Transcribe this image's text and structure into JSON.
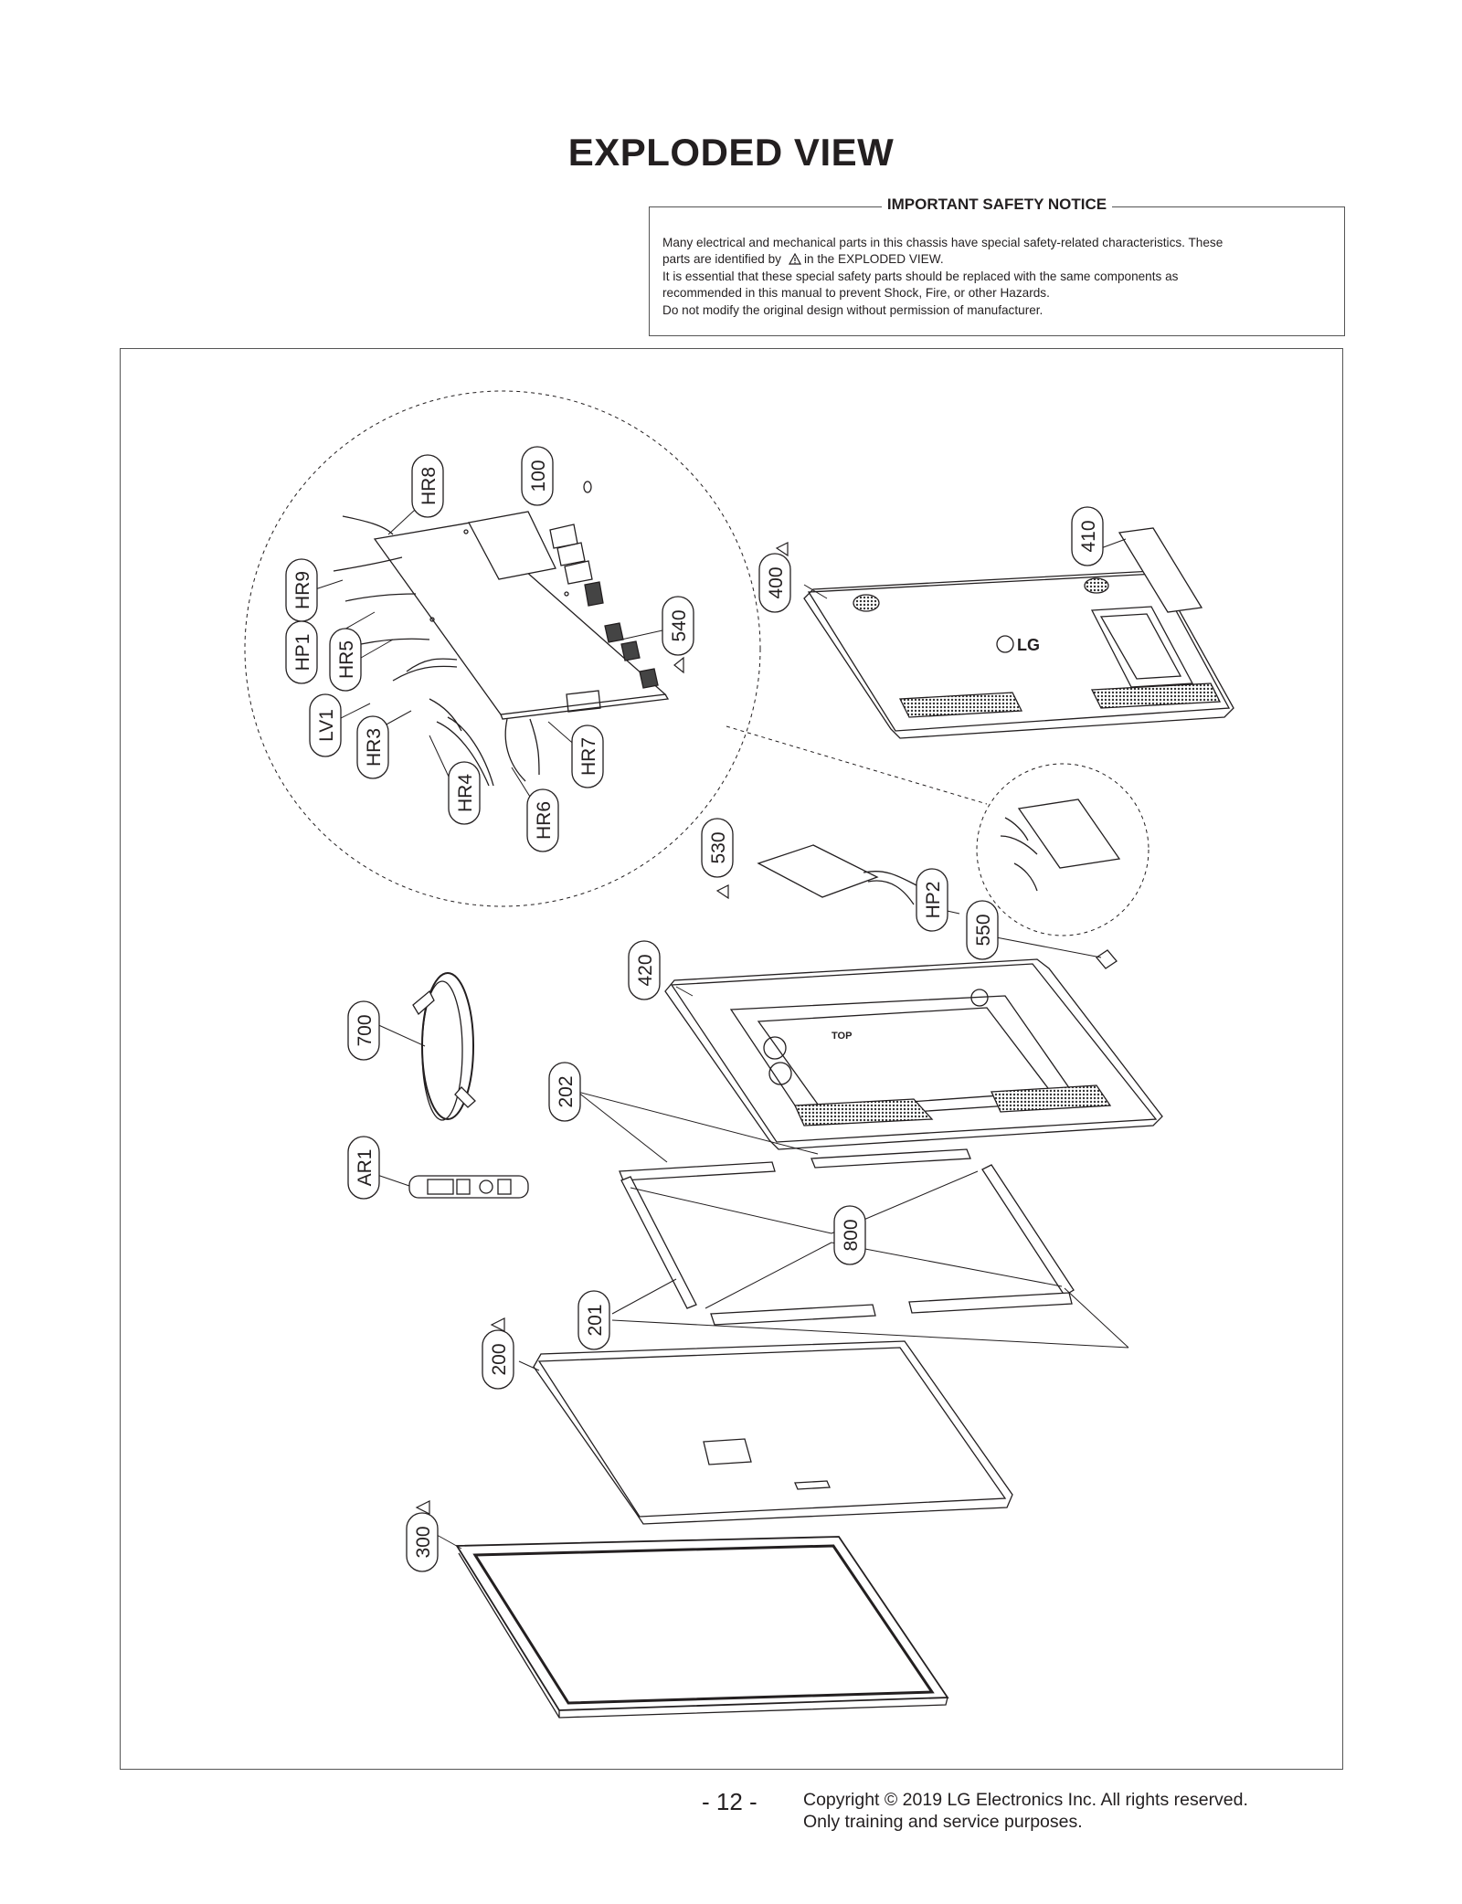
{
  "page": {
    "title": "EXPLODED VIEW",
    "page_number": "- 12 -",
    "copyright_line1": "Copyright © 2019 LG Electronics Inc. All rights reserved.",
    "copyright_line2": "Only training and service purposes."
  },
  "notice": {
    "heading": "IMPORTANT SAFETY NOTICE",
    "line1": "Many electrical and mechanical parts in this chassis have special safety-related characteristics. These",
    "line2a": "parts are identified by",
    "line2b": "in the EXPLODED VIEW.",
    "line3": "It is essential that these special safety parts should be replaced with the same components as",
    "line4": "recommended in this manual to prevent Shock, Fire, or other Hazards.",
    "line5": "Do not modify the original design without permission of manufacturer."
  },
  "diagram": {
    "logo_text": "LG",
    "top_mark": "TOP",
    "callouts": {
      "hr8": "HR8",
      "c100": "100",
      "hr9": "HR9",
      "hp1": "HP1",
      "hr5": "HR5",
      "lv1": "LV1",
      "hr3": "HR3",
      "hr4": "HR4",
      "hr6": "HR6",
      "hr7": "HR7",
      "c540": "540",
      "c400": "400",
      "c410": "410",
      "c530": "530",
      "hp2": "HP2",
      "c550": "550",
      "c420": "420",
      "c700": "700",
      "c202": "202",
      "ar1": "AR1",
      "c800": "800",
      "c201": "201",
      "c200": "200",
      "c300": "300"
    }
  }
}
